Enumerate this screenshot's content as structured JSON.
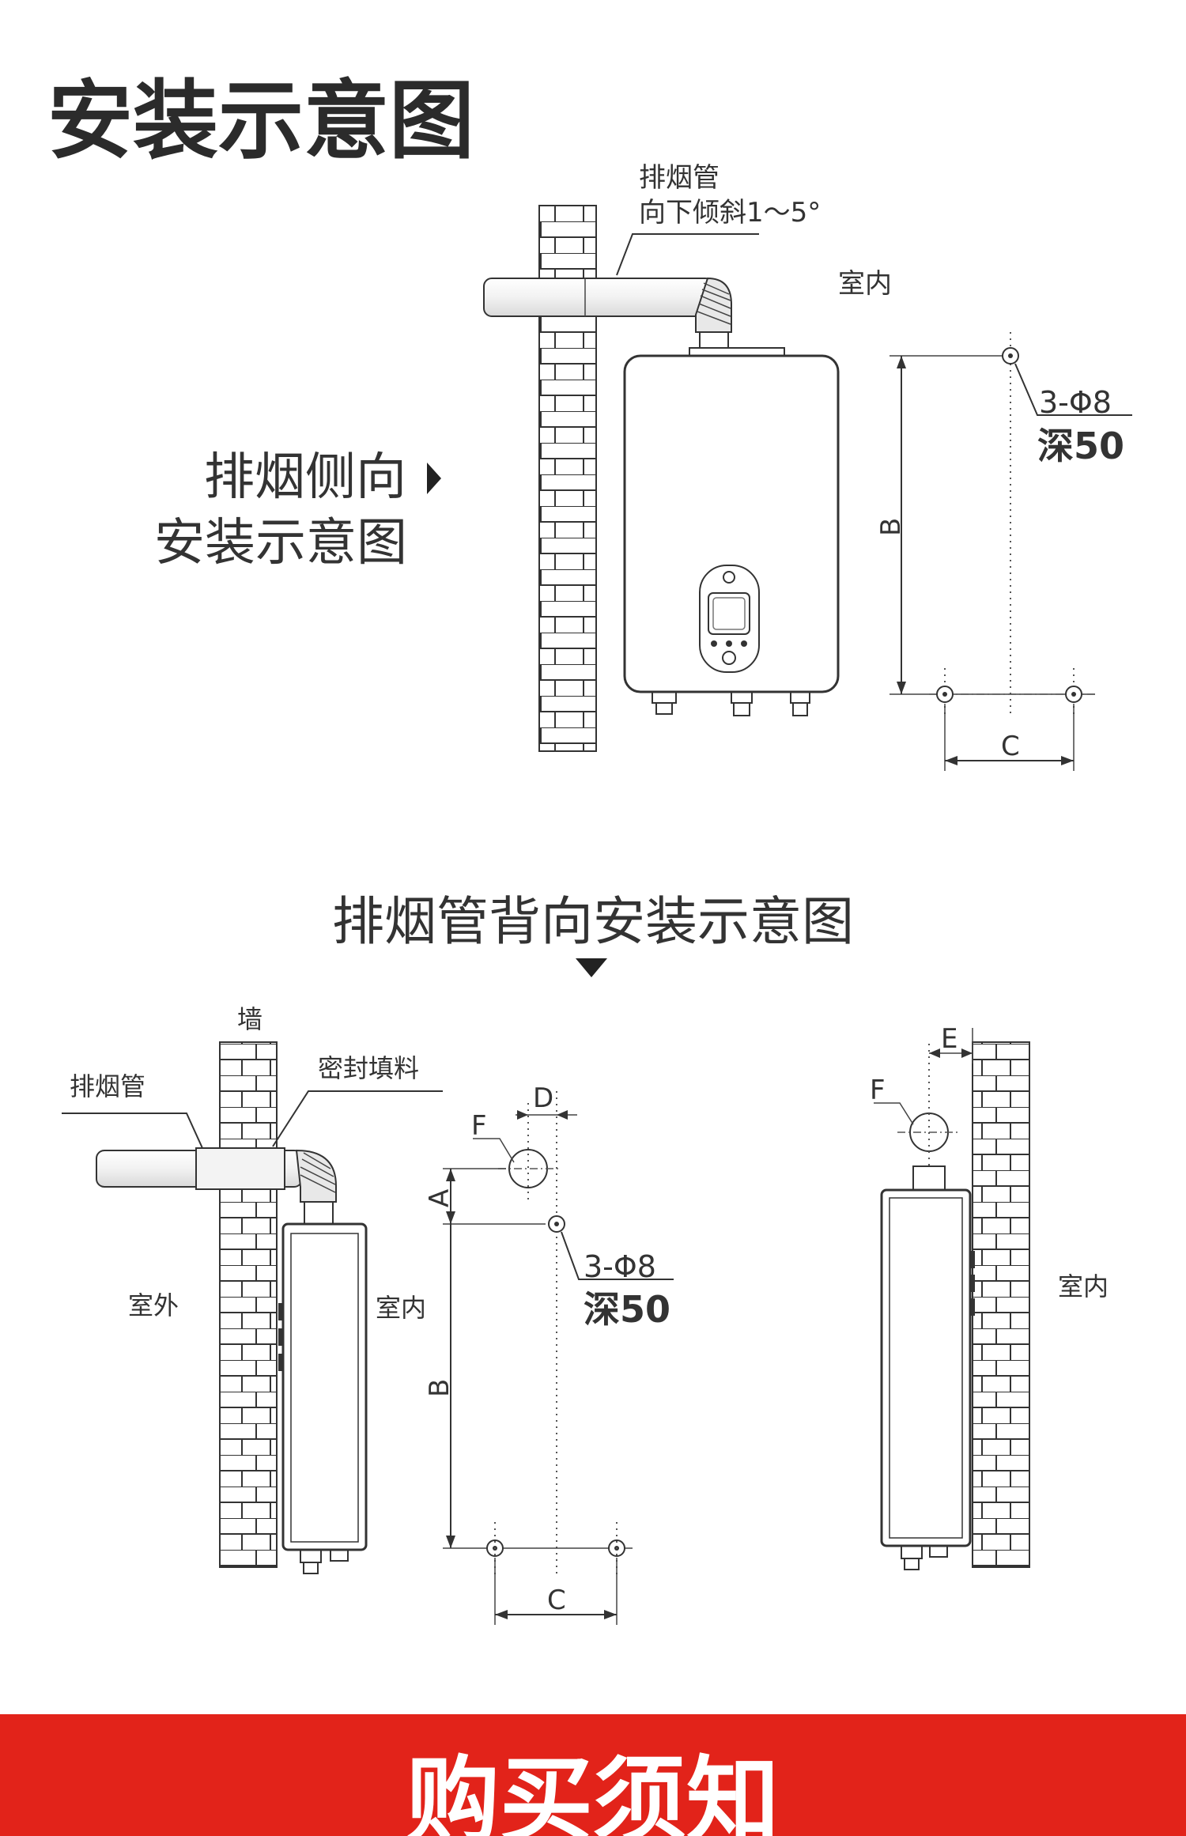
{
  "main_title": "安装示意图",
  "side_install": {
    "title_line1": "排烟侧向",
    "title_line2": "安装示意图",
    "pipe_label_line1": "排烟管",
    "pipe_label_line2": "向下倾斜1～5°",
    "indoor_label": "室内",
    "hole_spec": "3-Φ8",
    "depth_spec": "深50",
    "dim_b": "B",
    "dim_c": "C"
  },
  "back_install": {
    "title": "排烟管背向安装示意图",
    "wall_label": "墙",
    "pipe_label": "排烟管",
    "seal_label": "密封填料",
    "outdoor_label": "室外",
    "indoor_label": "室内",
    "indoor_label_right": "室内",
    "hole_spec": "3-Φ8",
    "depth_spec": "深50",
    "dim_a": "A",
    "dim_b": "B",
    "dim_c": "C",
    "dim_d": "D",
    "dim_e": "E",
    "dim_f": "F",
    "dim_f_right": "F"
  },
  "banner": {
    "text": "购买须知",
    "color": "#e2231a"
  }
}
